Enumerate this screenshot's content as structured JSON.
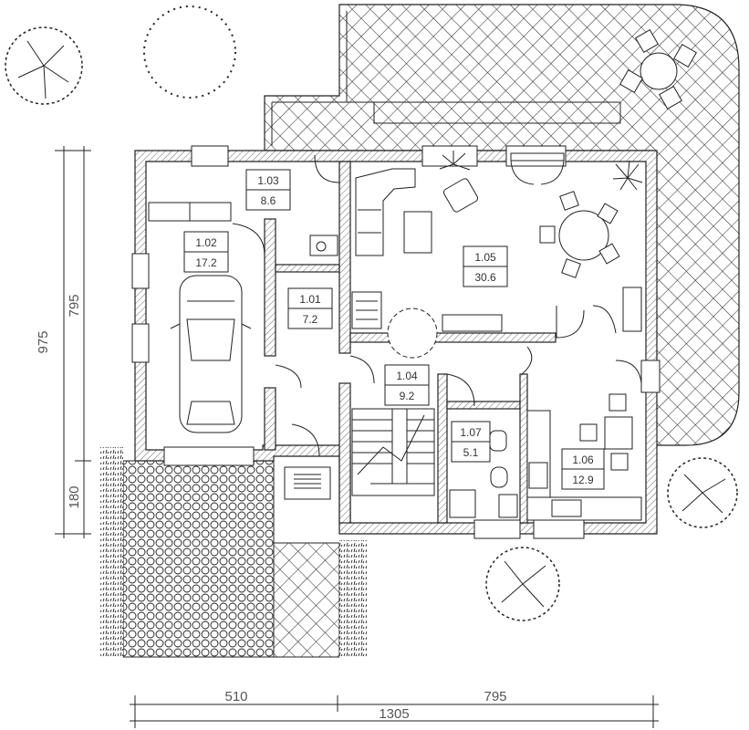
{
  "rooms": [
    {
      "id": "1.01",
      "area": "7.2"
    },
    {
      "id": "1.02",
      "area": "17.2"
    },
    {
      "id": "1.03",
      "area": "8.6"
    },
    {
      "id": "1.04",
      "area": "9.2"
    },
    {
      "id": "1.05",
      "area": "30.6"
    },
    {
      "id": "1.06",
      "area": "12.9"
    },
    {
      "id": "1.07",
      "area": "5.1"
    }
  ],
  "dimensions": {
    "vertical_total": "975",
    "vertical_house": "795",
    "vertical_entrance": "180",
    "horizontal_left": "510",
    "horizontal_right": "795",
    "horizontal_total": "1305"
  }
}
